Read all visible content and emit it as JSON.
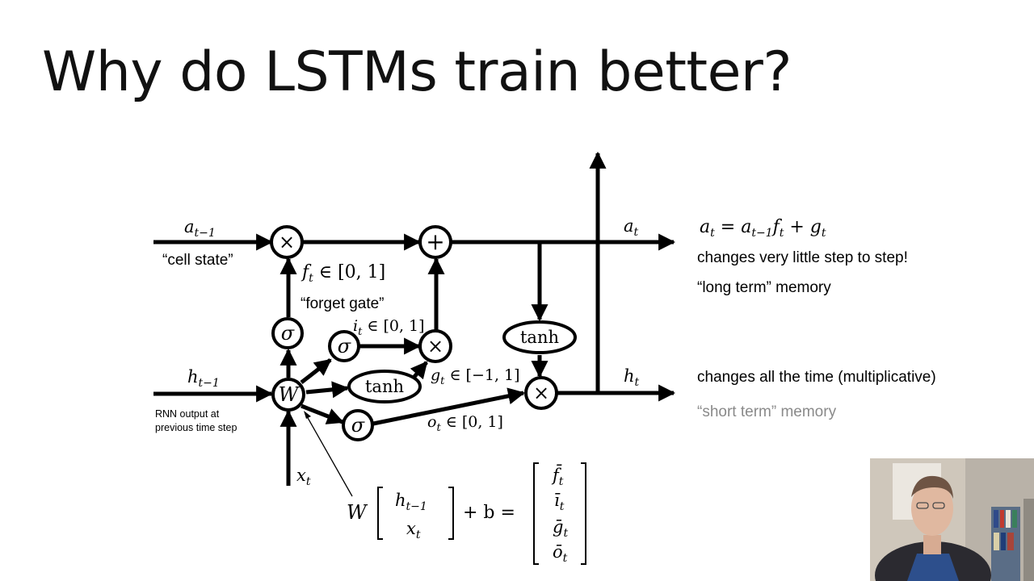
{
  "slide": {
    "title": "Why do LSTMs train better?"
  },
  "diagram": {
    "inputs": {
      "prev_cell": "a",
      "prev_cell_sub": "t−1",
      "cell_state_label": "“cell state”",
      "prev_hidden": "h",
      "prev_hidden_sub": "t−1",
      "rnn_output_label_line1": "RNN output at",
      "rnn_output_label_line2": "previous time step",
      "input_x": "x",
      "input_x_sub": "t"
    },
    "nodes": {
      "multiply_symbol": "×",
      "add_symbol": "+",
      "sigmoid_symbol": "σ",
      "tanh_label": "tanh",
      "weight_symbol": "W"
    },
    "gates": {
      "forget_var": "f",
      "forget_sub": "t",
      "forget_range": " ∈ [0, 1]",
      "forget_label": "“forget gate”",
      "input_var": "i",
      "input_sub": "t",
      "input_range": " ∈ [0, 1]",
      "g_var": "g",
      "g_sub": "t",
      "g_range": " ∈ [−1, 1]",
      "output_var": "o",
      "output_sub": "t",
      "output_range": " ∈ [0, 1]"
    },
    "outputs": {
      "cell_out": "a",
      "cell_out_sub": "t",
      "hidden_out": "h",
      "hidden_out_sub": "t"
    },
    "equation": {
      "lhs_W": "W",
      "vec_top": "h",
      "vec_top_sub": "t−1",
      "vec_bottom": "x",
      "vec_bottom_sub": "t",
      "plus_b": "+ b =",
      "out_f": "f̄",
      "out_i": "ī",
      "out_g": "ḡ",
      "out_o": "ō",
      "out_sub": "t"
    }
  },
  "annotations": {
    "cell_equation": {
      "lhs": "a",
      "lhs_sub": "t",
      "eq": " = ",
      "term1": "a",
      "term1_sub": "t−1",
      "term2": "f",
      "term2_sub": "t",
      "plus": " + ",
      "term3": "g",
      "term3_sub": "t"
    },
    "long_term_line1": "changes very little step to step!",
    "long_term_line2": "“long term” memory",
    "short_term_line1": "changes all the time (multiplicative)",
    "short_term_line2": "“short term” memory",
    "muted_color": "#8a8a8a"
  }
}
